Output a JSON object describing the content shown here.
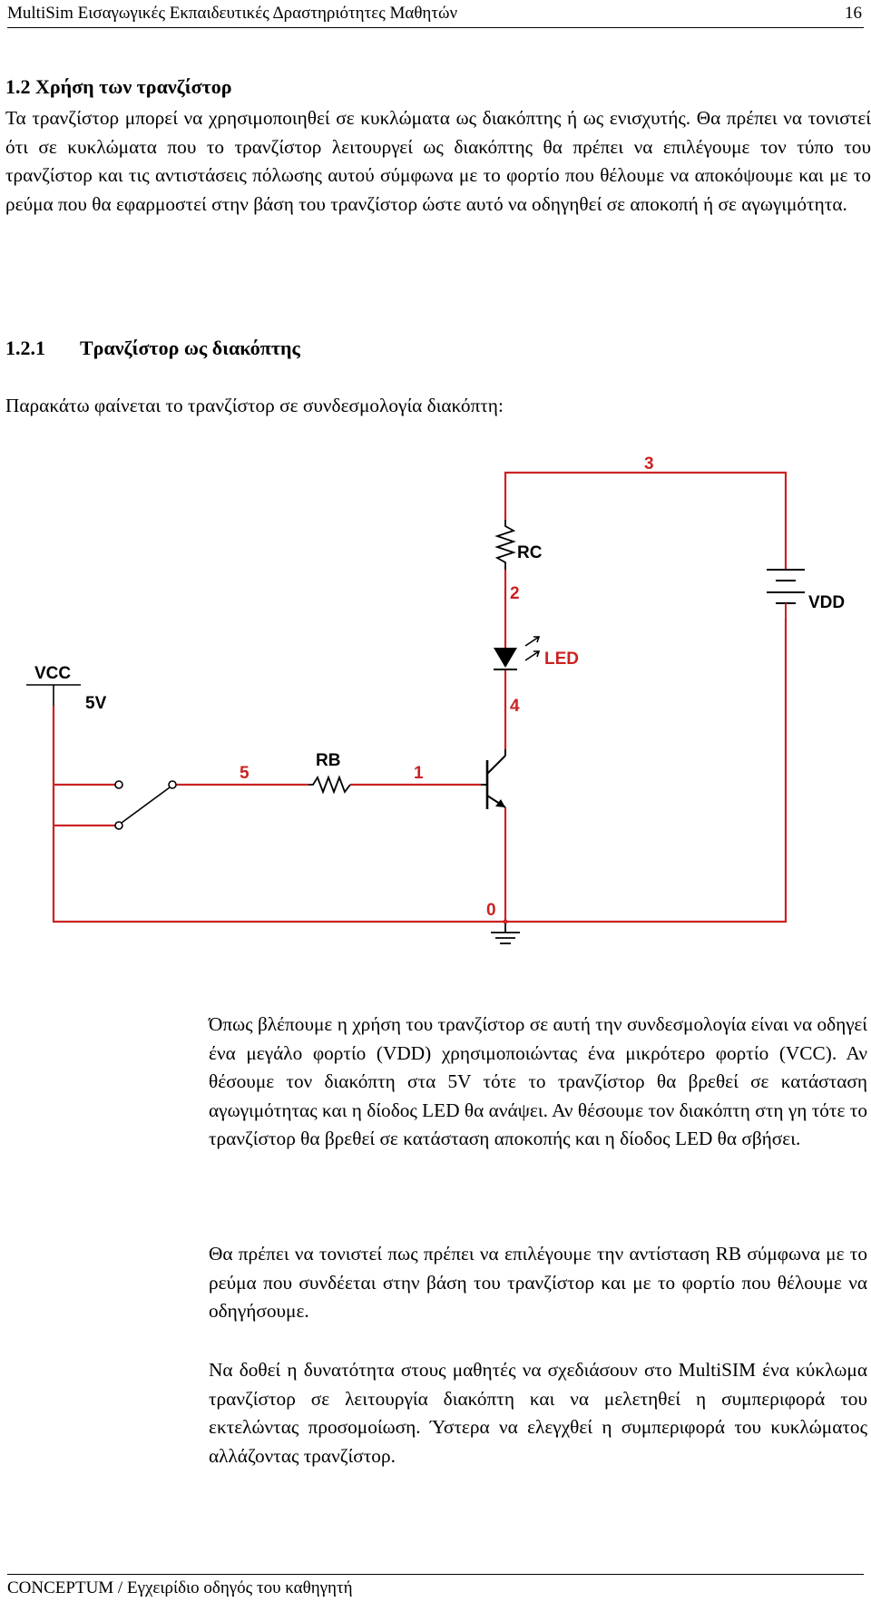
{
  "header": {
    "title": "MultiSim Εισαγωγικές Εκπαιδευτικές Δραστηριότητες Μαθητών",
    "page_number": "16"
  },
  "section": {
    "title": "1.2 Χρήση των τρανζίστορ",
    "intro": "Τα τρανζίστορ μπορεί να χρησιμοποιηθεί σε κυκλώματα ως διακόπτης ή ως ενισχυτής. Θα πρέπει να τονιστεί ότι σε κυκλώματα που το τρανζίστορ λειτουργεί ως διακόπτης θα πρέπει να επιλέγουμε τον τύπο του τρανζίστορ και τις αντιστάσεις πόλωσης αυτού σύμφωνα με το φορτίο που θέλουμε να αποκόψουμε και με το ρεύμα που θα εφαρμοστεί στην βάση του τρανζίστορ ώστε αυτό να οδηγηθεί σε αποκοπή ή σε αγωγιμότητα."
  },
  "subsection": {
    "number": "1.2.1",
    "title": "Τρανζίστορ ως διακόπτης",
    "lead": "Παρακάτω φαίνεται το τρανζίστορ σε συνδεσμολογία διακόπτη:"
  },
  "circuit": {
    "labels": {
      "node3": "3",
      "rc": "RC",
      "node2": "2",
      "vdd": "VDD",
      "vcc": "VCC",
      "v5": "5V",
      "led": "LED",
      "node4": "4",
      "node5": "5",
      "rb": "RB",
      "node1": "1",
      "node0": "0"
    },
    "colors": {
      "wire": "#cc2222",
      "component": "#000000"
    }
  },
  "paragraphs": [
    " Όπως βλέπουμε η χρήση του τρανζίστορ σε αυτή την συνδεσμολογία είναι να οδηγεί ένα μεγάλο φορτίο (VDD) χρησιμοποιώντας ένα μικρότερο φορτίο (VCC). Αν θέσουμε τον διακόπτη στα 5V τότε το τρανζίστορ θα βρεθεί σε κατάσταση αγωγιμότητας και η δίοδος LED θα ανάψει. Αν θέσουμε τον διακόπτη στη γη τότε το τρανζίστορ θα βρεθεί σε κατάσταση αποκοπής και η δίοδος LED θα σβήσει.",
    "Θα πρέπει να τονιστεί πως πρέπει να επιλέγουμε την αντίσταση RB σύμφωνα με το ρεύμα που συνδέεται στην βάση του τρανζίστορ και με το φορτίο που θέλουμε να οδηγήσουμε.",
    " Να δοθεί η δυνατότητα στους μαθητές να σχεδιάσουν στο MultiSIM ένα κύκλωμα τρανζίστορ σε λειτουργία διακόπτη και να μελετηθεί η συμπεριφορά του εκτελώντας προσομοίωση. Ύστερα να ελεγχθεί η συμπεριφορά του κυκλώματος αλλάζοντας τρανζίστορ."
  ],
  "footer": {
    "text": "CONCEPTUM / Εγχειρίδιο οδηγός του καθηγητή"
  }
}
